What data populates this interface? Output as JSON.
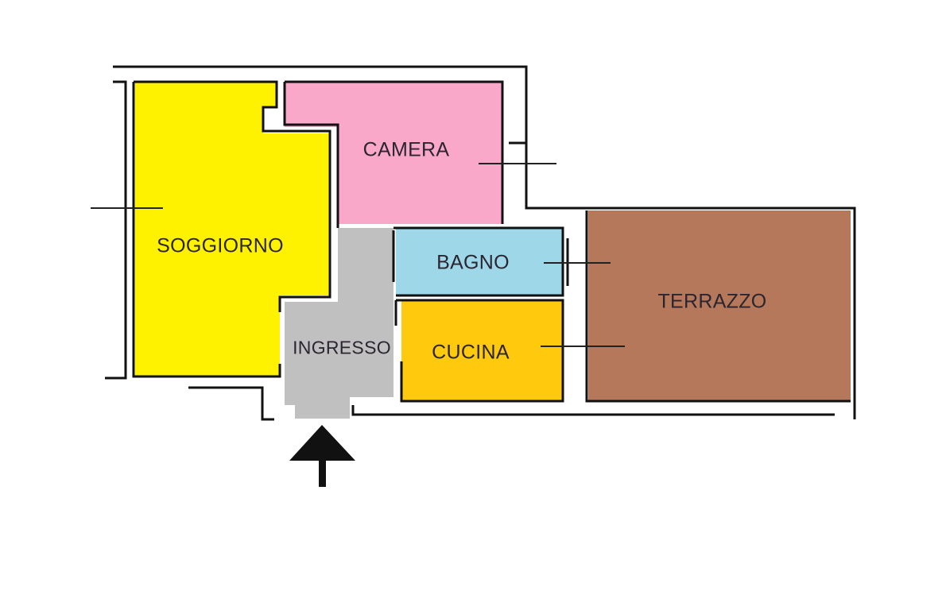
{
  "rooms": {
    "soggiorno": {
      "label": "SOGGIORNO",
      "color": "#fff200"
    },
    "camera": {
      "label": "CAMERA",
      "color": "#f9a8c9"
    },
    "bagno": {
      "label": "BAGNO",
      "color": "#9dd7e8"
    },
    "ingresso": {
      "label": "INGRESSO",
      "color": "#c0c0c0"
    },
    "cucina": {
      "label": "CUCINA",
      "color": "#ffc90e"
    },
    "terrazzo": {
      "label": "TERRAZZO",
      "color": "#b5785a"
    }
  },
  "entrance_arrow": {
    "icon": "arrow-up-icon",
    "color": "#111111"
  }
}
